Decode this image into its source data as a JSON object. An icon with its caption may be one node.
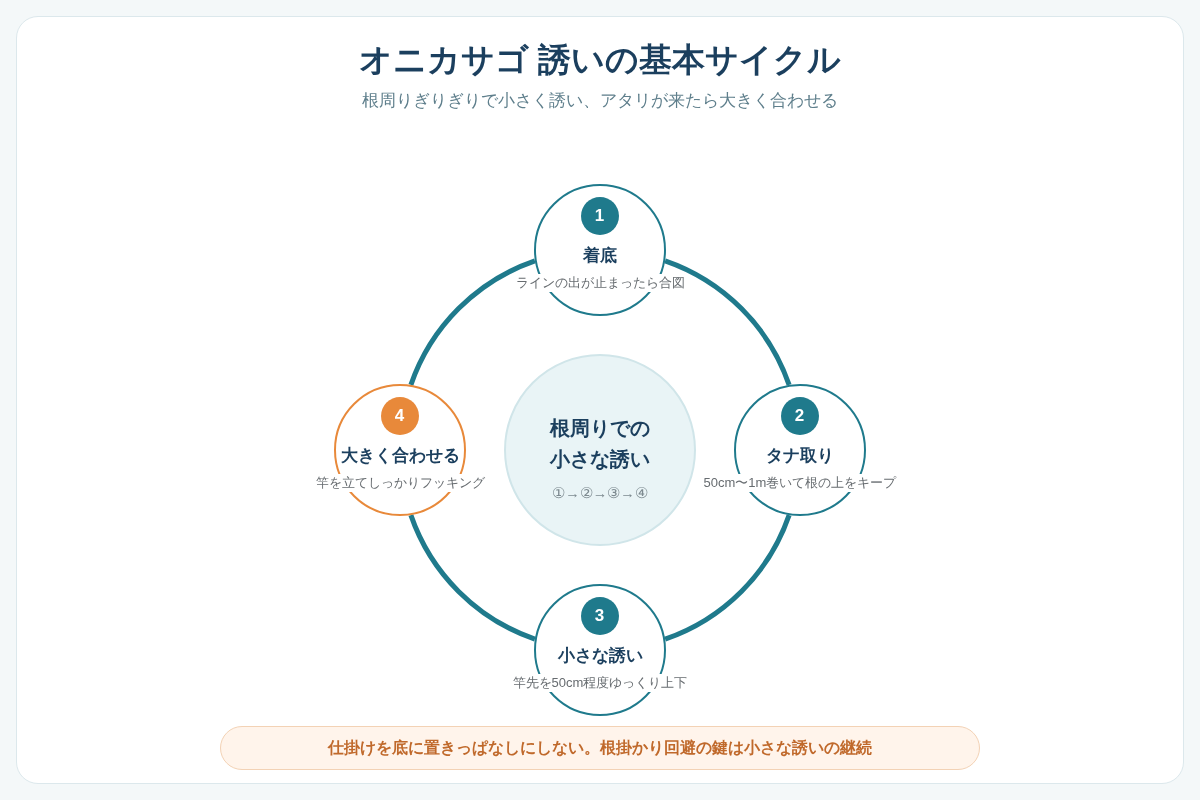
{
  "diagram": {
    "title": "オニカサゴ 誘いの基本サイクル",
    "nodes": [
      {
        "text": [
          "着底"
        ],
        "beside": [
          "ラインの出が止まったら合図"
        ]
      },
      {
        "text": [
          "1"
        ],
        "in": 0
      },
      {
        "text": [
          "タナ取り"
        ],
        "beside": [
          "50cm〜1m巻いて根の上をキープ"
        ]
      },
      {
        "text": [
          "2"
        ],
        "in": 2
      },
      {
        "text": [
          "小さな誘い"
        ],
        "beside": [
          "竿先を50cm程度ゆっくり上下"
        ]
      },
      {
        "text": [
          "3"
        ],
        "in": 4
      },
      {
        "text": [
          "大きく合わせる"
        ],
        "beside": [
          "竿を立てしっかりフッキング"
        ]
      },
      {
        "text": [
          "4"
        ],
        "in": 6
      },
      {
        "text": [
          "根周りでの小さな誘い",
          "①→②→③→④"
        ]
      },
      {
        "text": [
          "仕掛けを底に置きっぱなしにしない。根掛かり回避の鍵は小さな誘いの継続"
        ]
      }
    ],
    "edges": [
      {
        "from": 0,
        "to": 2,
        "arrow": "none"
      },
      {
        "from": 2,
        "to": 4,
        "arrow": "none"
      },
      {
        "from": 4,
        "to": 6,
        "arrow": "none"
      },
      {
        "from": 6,
        "to": 0,
        "arrow": "none"
      }
    ],
    "labels": [
      "根周りぎりぎりで小さく誘い、アタリが来たら大きく合わせる"
    ]
  }
}
